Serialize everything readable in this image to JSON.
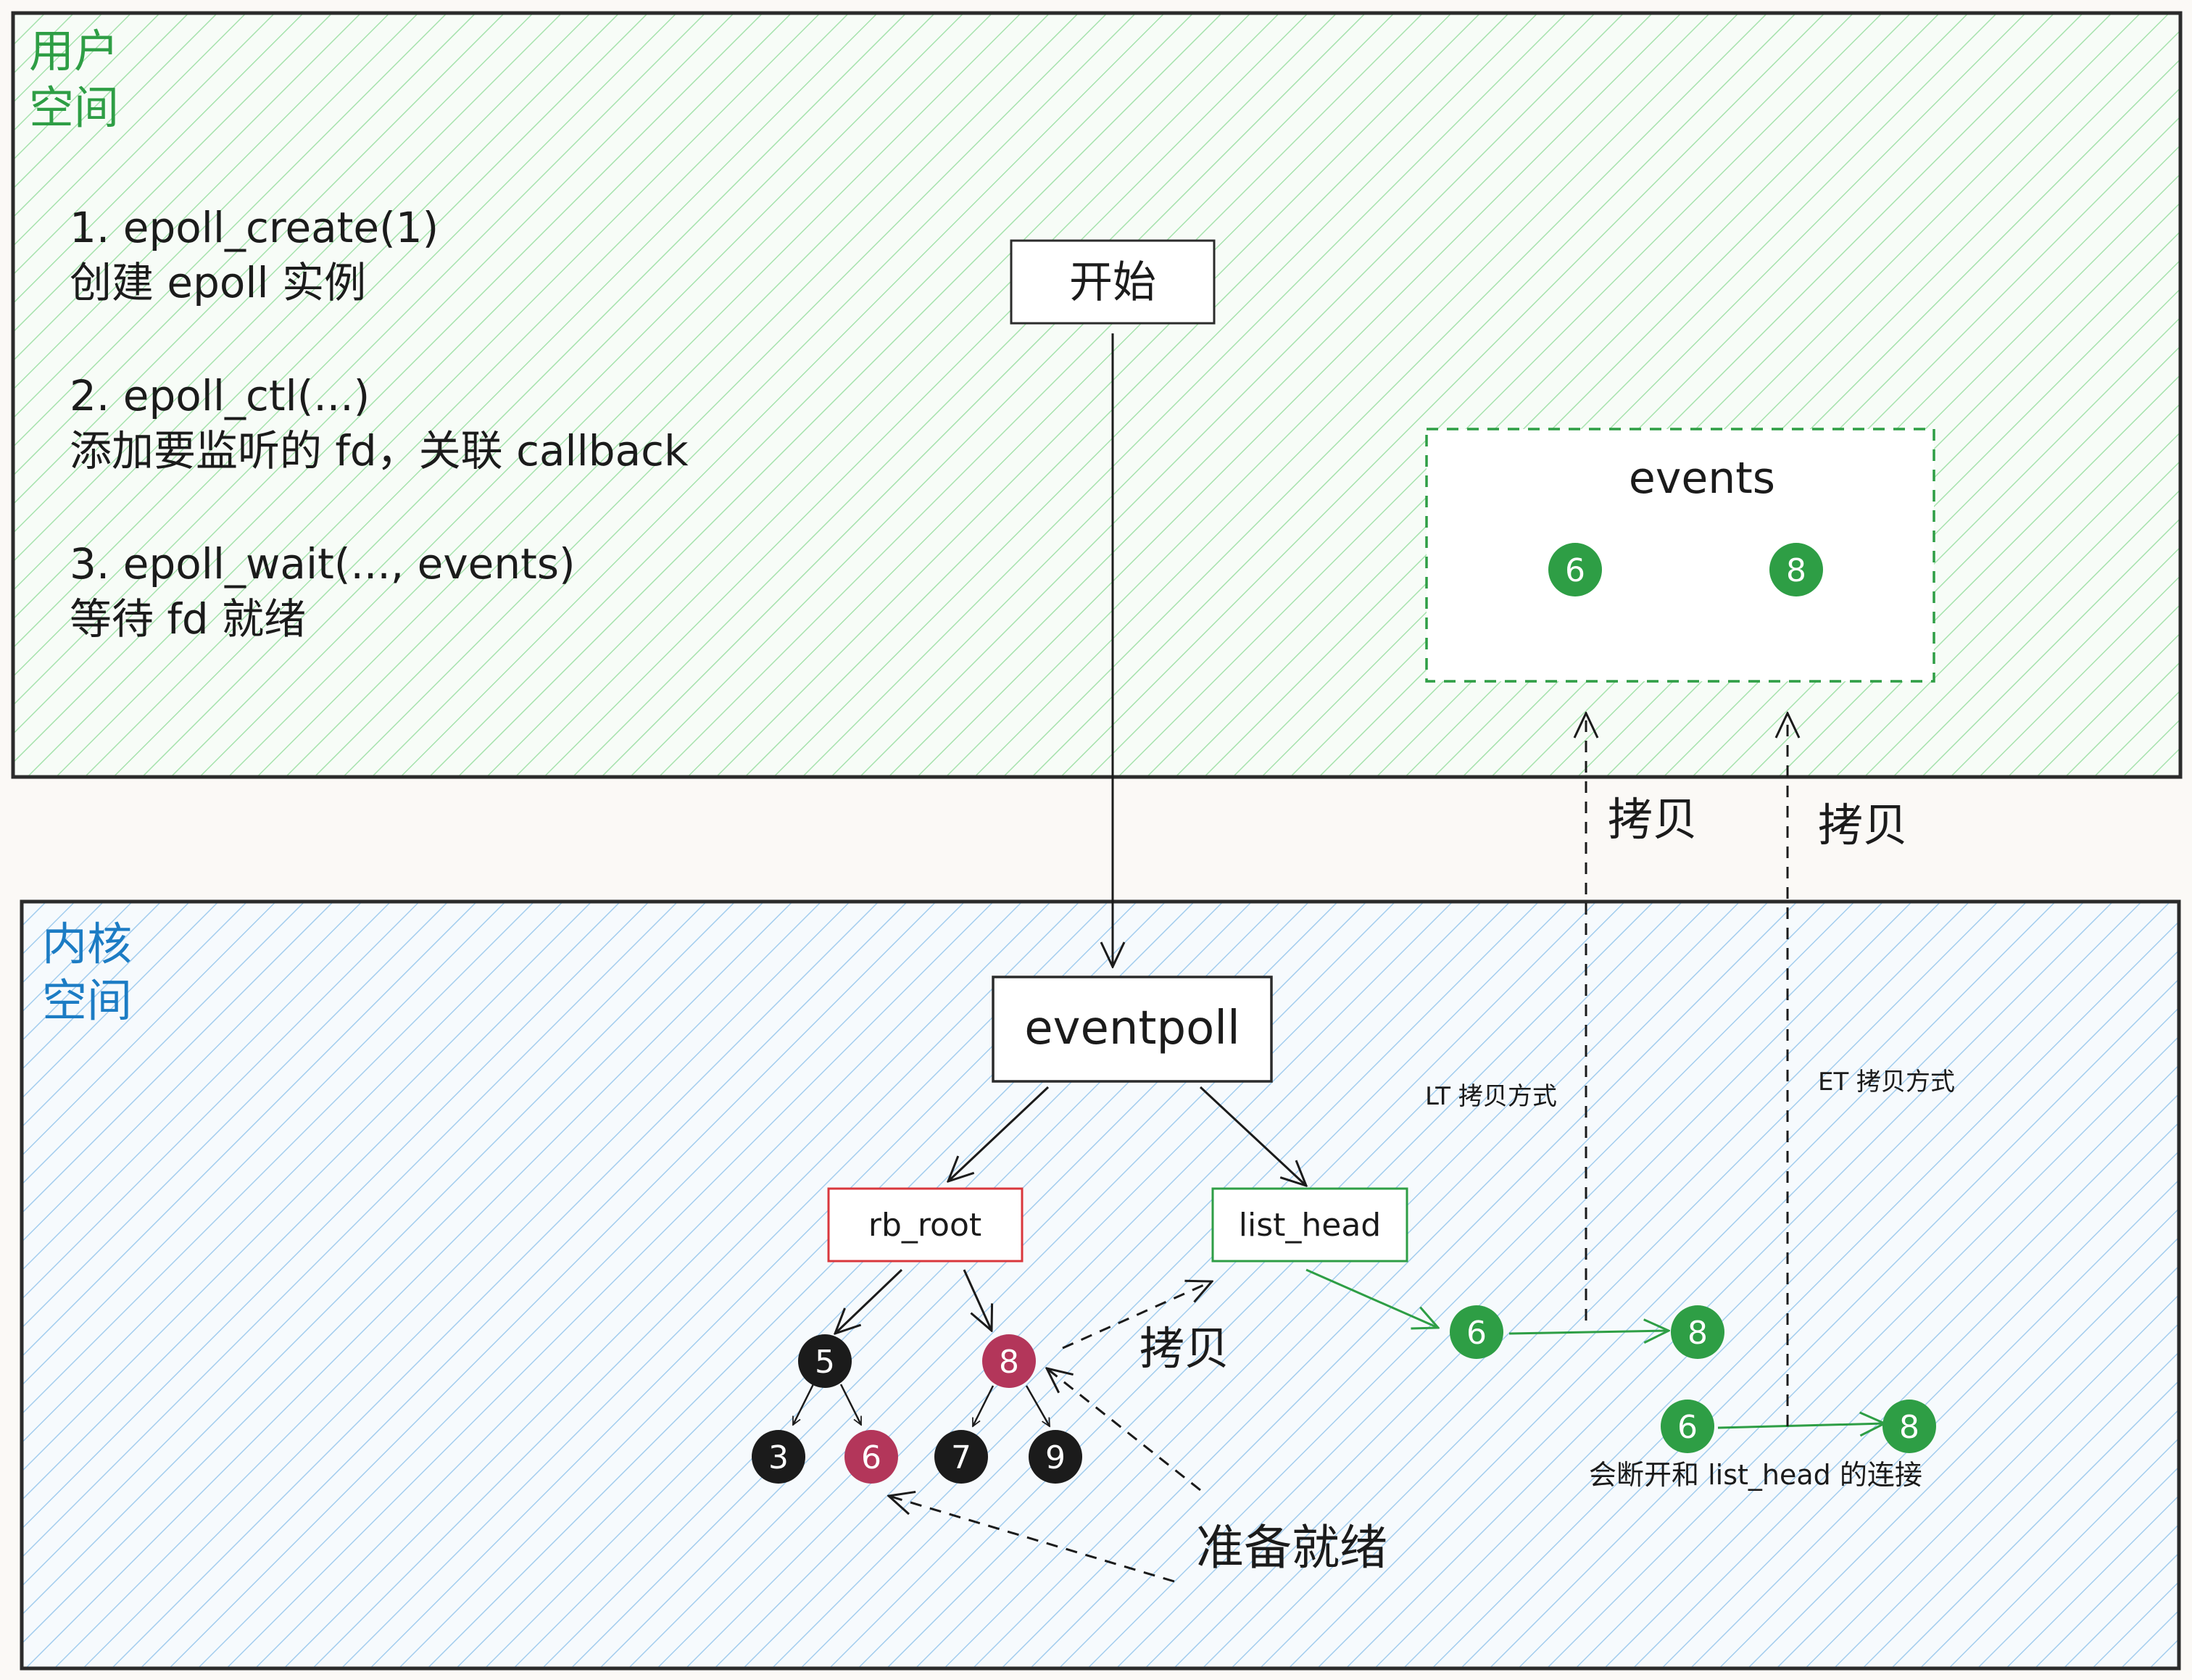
{
  "user_space": {
    "label_line1": "用户",
    "label_line2": "空间",
    "steps": [
      {
        "title": "1. epoll_create(1)",
        "desc": "创建 epoll 实例"
      },
      {
        "title": "2. epoll_ctl(...)",
        "desc": "添加要监听的 fd，关联 callback"
      },
      {
        "title": "3. epoll_wait(..., events)",
        "desc": "等待 fd 就绪"
      }
    ],
    "start_box": "开始",
    "events_box": {
      "title": "events",
      "items": [
        "6",
        "8"
      ]
    }
  },
  "kernel_space": {
    "label_line1": "内核",
    "label_line2": "空间",
    "eventpoll": "eventpoll",
    "rb_root": "rb_root",
    "list_head": "list_head",
    "rb_nodes": [
      "5",
      "8",
      "3",
      "6",
      "7",
      "9"
    ],
    "lt_nodes": [
      "6",
      "8"
    ],
    "et_nodes": [
      "6",
      "8"
    ],
    "copy_label": "拷贝",
    "ready_label": "准备就绪",
    "lt_label": "LT 拷贝方式",
    "et_label": "ET 拷贝方式",
    "lt_copy": "拷贝",
    "et_copy": "拷贝",
    "et_note": "会断开和 list_head 的连接"
  },
  "colors": {
    "user_border": "#2b2b2b",
    "user_hatch": "#9ee0a8",
    "kernel_hatch": "#9ccbee",
    "user_label": "#2e9e45",
    "kernel_label": "#1c7cc4",
    "green_node": "#2e9e45",
    "black_node": "#1b1b1b",
    "red_node": "#b3365a",
    "rb_border": "#d9373c",
    "list_border": "#2e9e45"
  }
}
